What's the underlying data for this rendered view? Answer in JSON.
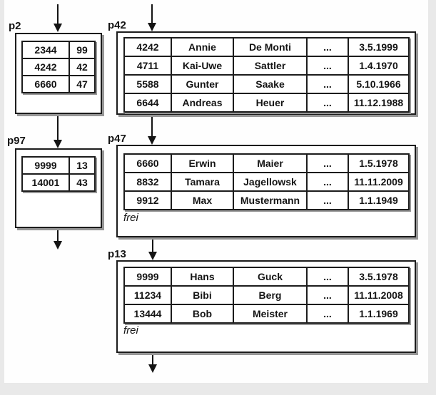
{
  "colors": {
    "border": "#1c1c1c",
    "shadow": "#969696",
    "slide_background": "#ffffff",
    "margin_background": "#e9e9e9"
  },
  "diagram": {
    "p2": {
      "label": "p2",
      "rows": [
        [
          "2344",
          "99"
        ],
        [
          "4242",
          "42"
        ],
        [
          "6660",
          "47"
        ]
      ]
    },
    "p42": {
      "label": "p42",
      "rows": [
        [
          "4242",
          "Annie",
          "De Monti",
          "...",
          "3.5.1999"
        ],
        [
          "4711",
          "Kai-Uwe",
          "Sattler",
          "...",
          "1.4.1970"
        ],
        [
          "5588",
          "Gunter",
          "Saake",
          "...",
          "5.10.1966"
        ],
        [
          "6644",
          "Andreas",
          "Heuer",
          "...",
          "11.12.1988"
        ]
      ]
    },
    "p97": {
      "label": "p97",
      "rows": [
        [
          "9999",
          "13"
        ],
        [
          "14001",
          "43"
        ]
      ]
    },
    "p47": {
      "label": "p47",
      "free_label": "frei",
      "rows": [
        [
          "6660",
          "Erwin",
          "Maier",
          "...",
          "1.5.1978"
        ],
        [
          "8832",
          "Tamara",
          "Jagellowsk",
          "...",
          "11.11.2009"
        ],
        [
          "9912",
          "Max",
          "Mustermann",
          "...",
          "1.1.1949"
        ]
      ]
    },
    "p13": {
      "label": "p13",
      "free_label": "frei",
      "rows": [
        [
          "9999",
          "Hans",
          "Guck",
          "...",
          "3.5.1978"
        ],
        [
          "11234",
          "Bibi",
          "Berg",
          "...",
          "11.11.2008"
        ],
        [
          "13444",
          "Bob",
          "Meister",
          "...",
          "1.1.1969"
        ]
      ]
    }
  }
}
